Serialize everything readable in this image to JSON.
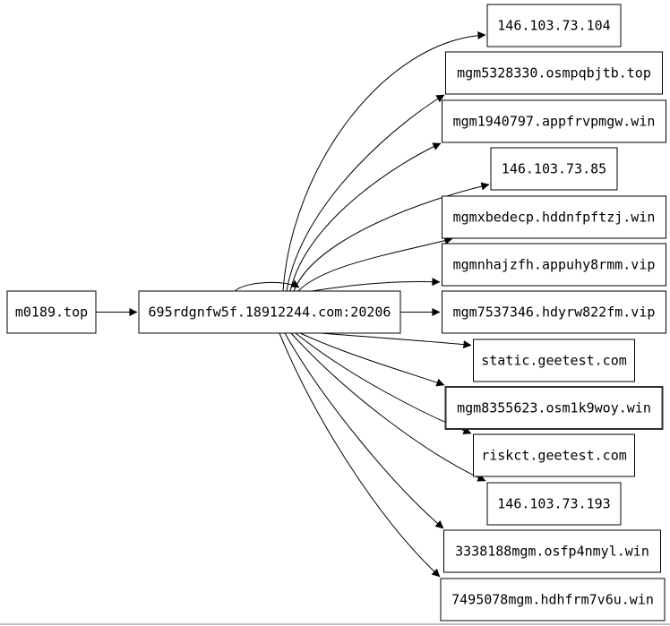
{
  "diagram": {
    "type": "directed-graph",
    "background_color": "#ffffff",
    "node_fill_color": "#ffffff",
    "edge_color": "#000000",
    "highlight_stroke_color": "#2e2e2e",
    "window_edge_color": "#c0c0c0",
    "source_node": {
      "label": "m0189.top"
    },
    "central_node": {
      "label": "695rdgnfw5f.18912244.com:20206"
    },
    "targets": [
      {
        "label": "146.103.73.104"
      },
      {
        "label": "mgm5328330.osmpqbjtb.top"
      },
      {
        "label": "mgm1940797.appfrvpmgw.win"
      },
      {
        "label": "146.103.73.85"
      },
      {
        "label": "mgmxbedecp.hddnfpftzj.win"
      },
      {
        "label": "mgmnhajzfh.appuhy8rmm.vip"
      },
      {
        "label": "mgm7537346.hdyrw822fm.vip"
      },
      {
        "label": "static.geetest.com"
      },
      {
        "label": "mgm8355623.osm1k9woy.win",
        "highlighted": true
      },
      {
        "label": "riskct.geetest.com"
      },
      {
        "label": "146.103.73.193"
      },
      {
        "label": "3338188mgm.osfp4nmyl.win"
      },
      {
        "label": "7495078mgm.hdhfrm7v6u.win"
      }
    ],
    "edges": [
      {
        "from": "m0189.top",
        "to": "695rdgnfw5f.18912244.com:20206"
      },
      {
        "from": "695rdgnfw5f.18912244.com:20206",
        "to": "695rdgnfw5f.18912244.com:20206",
        "self_loop": true
      },
      {
        "from": "695rdgnfw5f.18912244.com:20206",
        "to": "146.103.73.104"
      },
      {
        "from": "695rdgnfw5f.18912244.com:20206",
        "to": "mgm5328330.osmpqbjtb.top"
      },
      {
        "from": "695rdgnfw5f.18912244.com:20206",
        "to": "mgm1940797.appfrvpmgw.win"
      },
      {
        "from": "695rdgnfw5f.18912244.com:20206",
        "to": "146.103.73.85"
      },
      {
        "from": "695rdgnfw5f.18912244.com:20206",
        "to": "mgmxbedecp.hddnfpftzj.win"
      },
      {
        "from": "695rdgnfw5f.18912244.com:20206",
        "to": "mgmnhajzfh.appuhy8rmm.vip"
      },
      {
        "from": "695rdgnfw5f.18912244.com:20206",
        "to": "mgm7537346.hdyrw822fm.vip"
      },
      {
        "from": "695rdgnfw5f.18912244.com:20206",
        "to": "static.geetest.com"
      },
      {
        "from": "695rdgnfw5f.18912244.com:20206",
        "to": "mgm8355623.osm1k9woy.win"
      },
      {
        "from": "695rdgnfw5f.18912244.com:20206",
        "to": "riskct.geetest.com"
      },
      {
        "from": "695rdgnfw5f.18912244.com:20206",
        "to": "146.103.73.193"
      },
      {
        "from": "695rdgnfw5f.18912244.com:20206",
        "to": "3338188mgm.osfp4nmyl.win"
      },
      {
        "from": "695rdgnfw5f.18912244.com:20206",
        "to": "7495078mgm.hdhfrm7v6u.win"
      }
    ]
  }
}
